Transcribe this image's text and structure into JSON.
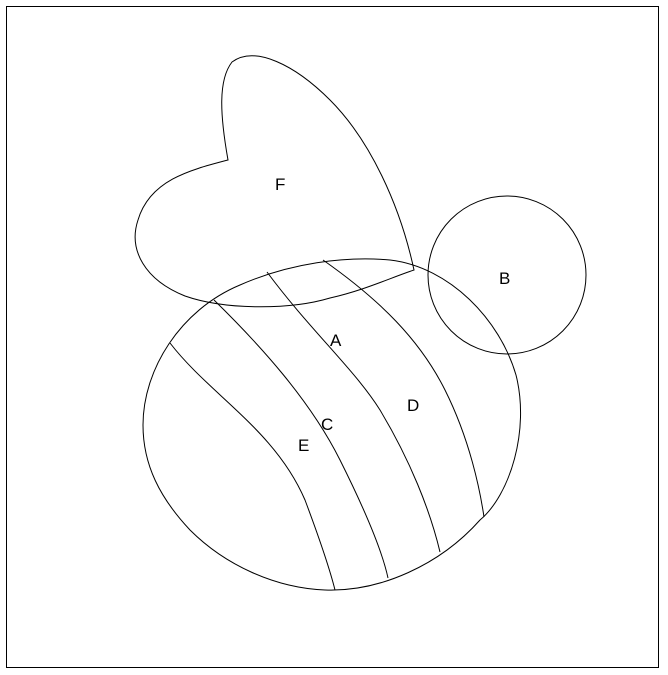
{
  "diagram": {
    "labels": {
      "a": "A",
      "b": "B",
      "c": "C",
      "d": "D",
      "e": "E",
      "f": "F"
    }
  },
  "colors": {
    "stroke": "#000000",
    "background": "#ffffff"
  }
}
